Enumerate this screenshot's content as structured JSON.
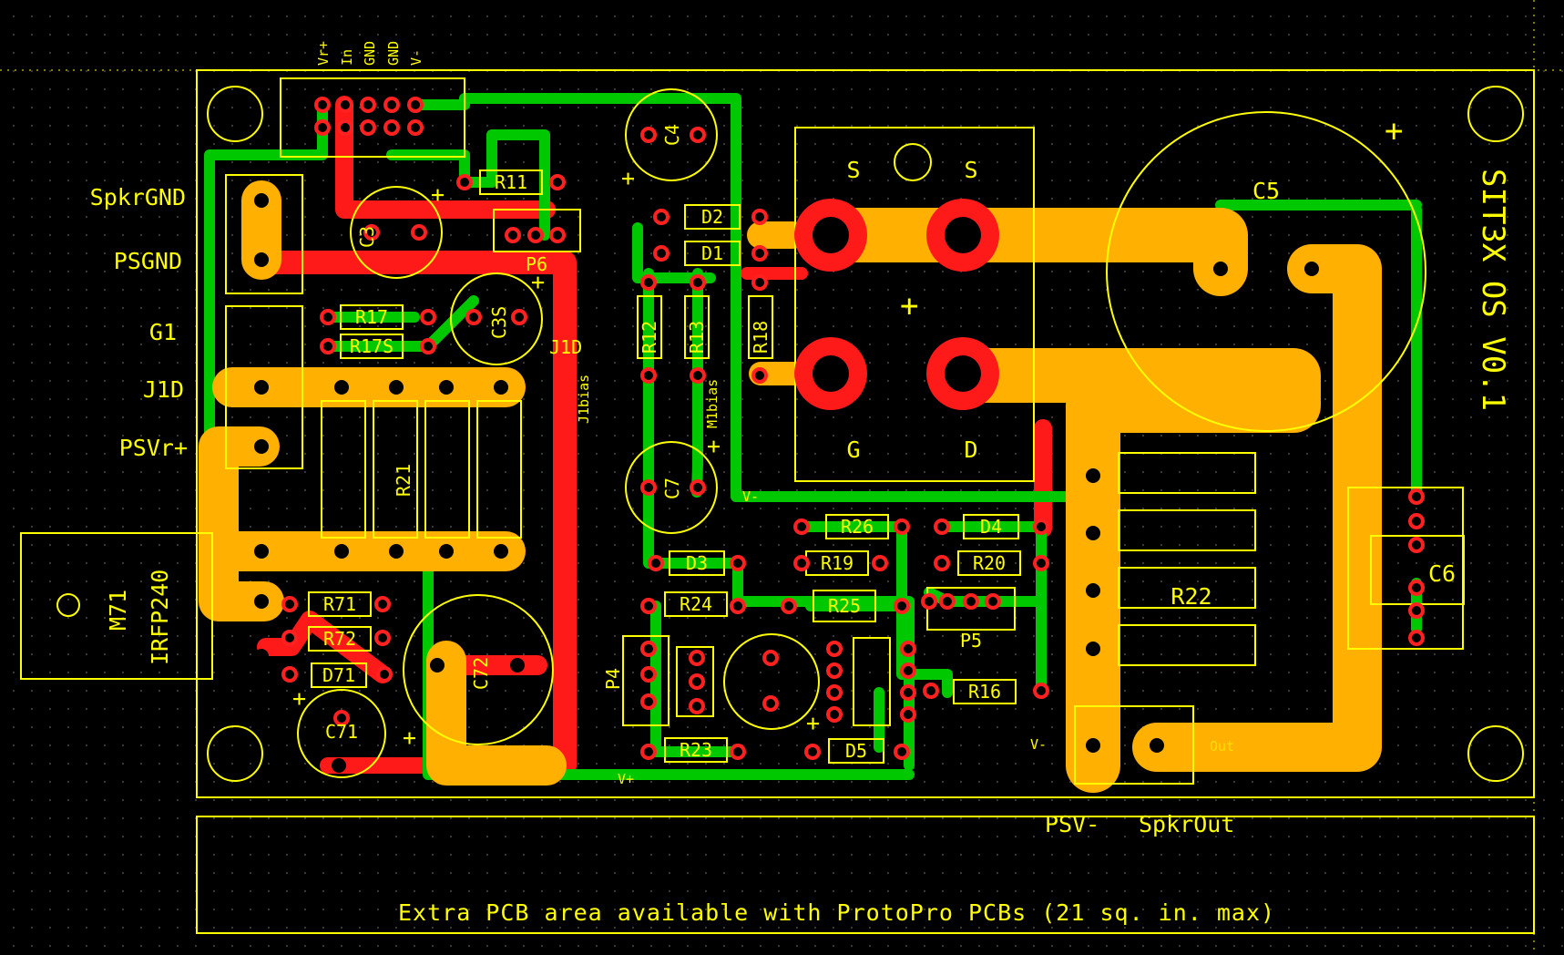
{
  "board": {
    "title": "SIT3X OS V0.1",
    "footer_note": "Extra PCB area available with ProtoPro PCBs  (21 sq. in. max)"
  },
  "header_pins": [
    "Vr+",
    "In",
    "GND",
    "GND",
    "V-"
  ],
  "left_labels": [
    "SpkrGND",
    "PSGND",
    "G1",
    "J1D",
    "PSVr+"
  ],
  "bottom_labels": {
    "psv_minus": "PSV-",
    "spkr_out": "SpkrOut"
  },
  "mosfet": {
    "ref": "M71",
    "part": "IRFP240"
  },
  "transistor": {
    "s1": "S",
    "s2": "S",
    "g": "G",
    "d": "D"
  },
  "net_labels": {
    "v_minus": "V-",
    "v_plus": "V+",
    "j1bias": "J1bias",
    "m1bias": "M1bias",
    "out": "Out",
    "v_minus_left": "V-",
    "j1d": "J1D"
  },
  "components": {
    "r11": "R11",
    "r17": "R17",
    "r17s": "R17S",
    "r12": "R12",
    "r13": "R13",
    "r18": "R18",
    "r21": "R21",
    "r22": "R22",
    "r71": "R71",
    "r72": "R72",
    "r24": "R24",
    "r25": "R25",
    "r23": "R23",
    "r26": "R26",
    "r19": "R19",
    "r20": "R20",
    "r16": "R16",
    "d1": "D1",
    "d2": "D2",
    "d3": "D3",
    "d4": "D4",
    "d5": "D5",
    "d71": "D71",
    "c3": "C3",
    "c3s": "C3S",
    "c4": "C4",
    "c5": "C5",
    "c6": "C6",
    "c7": "C7",
    "c71": "C71",
    "c72": "C72",
    "p4": "P4",
    "p5": "P5",
    "p6": "P6"
  },
  "polarity": "+",
  "colors": {
    "silkscreen": "#ffff00",
    "top_copper": "#00c800",
    "bottom_copper": "#ff1a1a",
    "power_copper": "#ffb000",
    "background": "#000000"
  }
}
